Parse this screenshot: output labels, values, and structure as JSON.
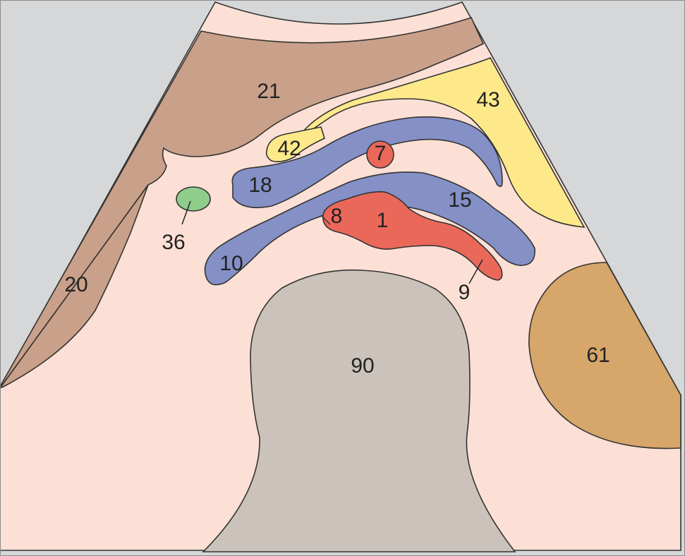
{
  "colors": {
    "background": "#d6d7d9",
    "field": "#fde0d5",
    "brown": "#c9a089",
    "yellow": "#fde98a",
    "blue": "#8490c6",
    "red": "#ea685a",
    "green": "#8fcd8b",
    "gray": "#cbc3bb",
    "tan": "#d6a66a"
  },
  "labels": {
    "l1": "1",
    "l7": "7",
    "l8": "8",
    "l9": "9",
    "l10": "10",
    "l15": "15",
    "l18": "18",
    "l20": "20",
    "l21": "21",
    "l36": "36",
    "l42": "42",
    "l43": "43",
    "l61": "61",
    "l90": "90"
  }
}
